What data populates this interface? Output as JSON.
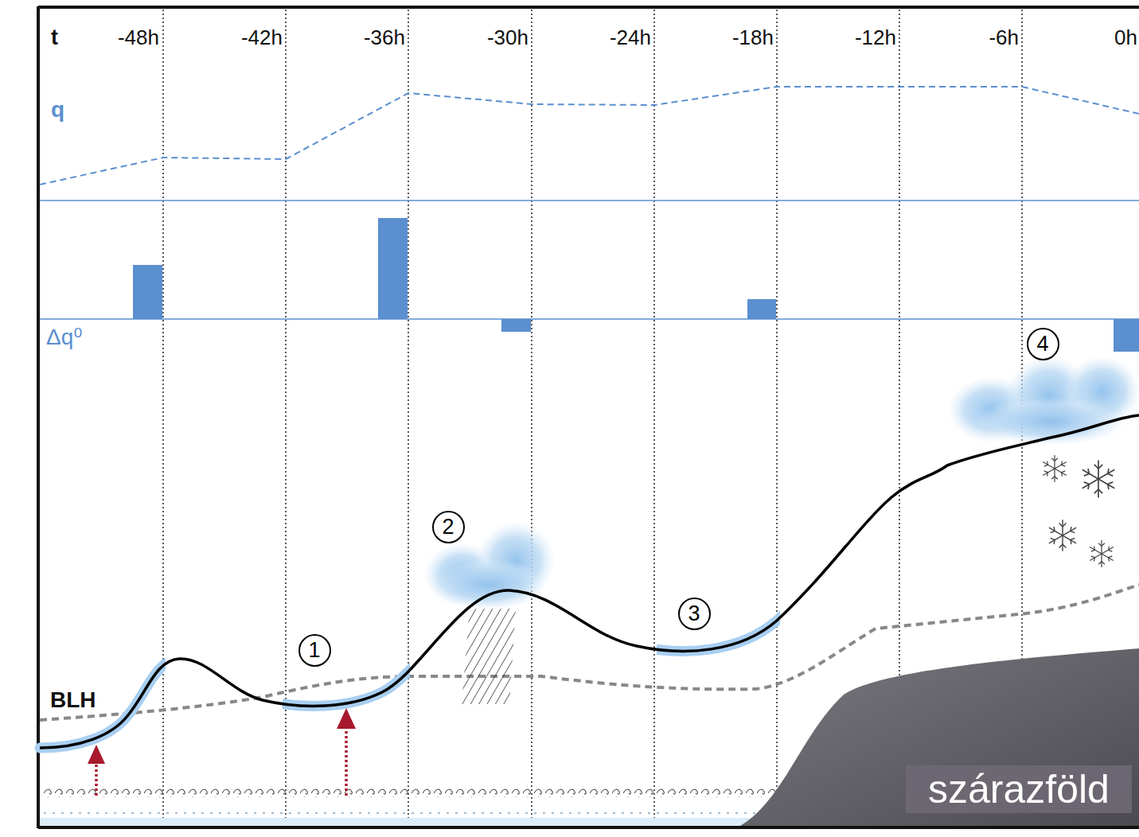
{
  "diagram": {
    "nodes": [
      {
        "text": [
          "1"
        ]
      },
      {
        "text": [
          "2"
        ]
      },
      {
        "text": [
          "3"
        ]
      },
      {
        "text": [
          "4"
        ]
      },
      {
        "text": [
          "szárazföld"
        ]
      }
    ],
    "labels": [
      "t",
      "-48h",
      "-42h",
      "-36h",
      "-30h",
      "-24h",
      "-18h",
      "-12h",
      "-6h",
      "0h",
      "q",
      "Δq⁰",
      "BLH"
    ]
  }
}
